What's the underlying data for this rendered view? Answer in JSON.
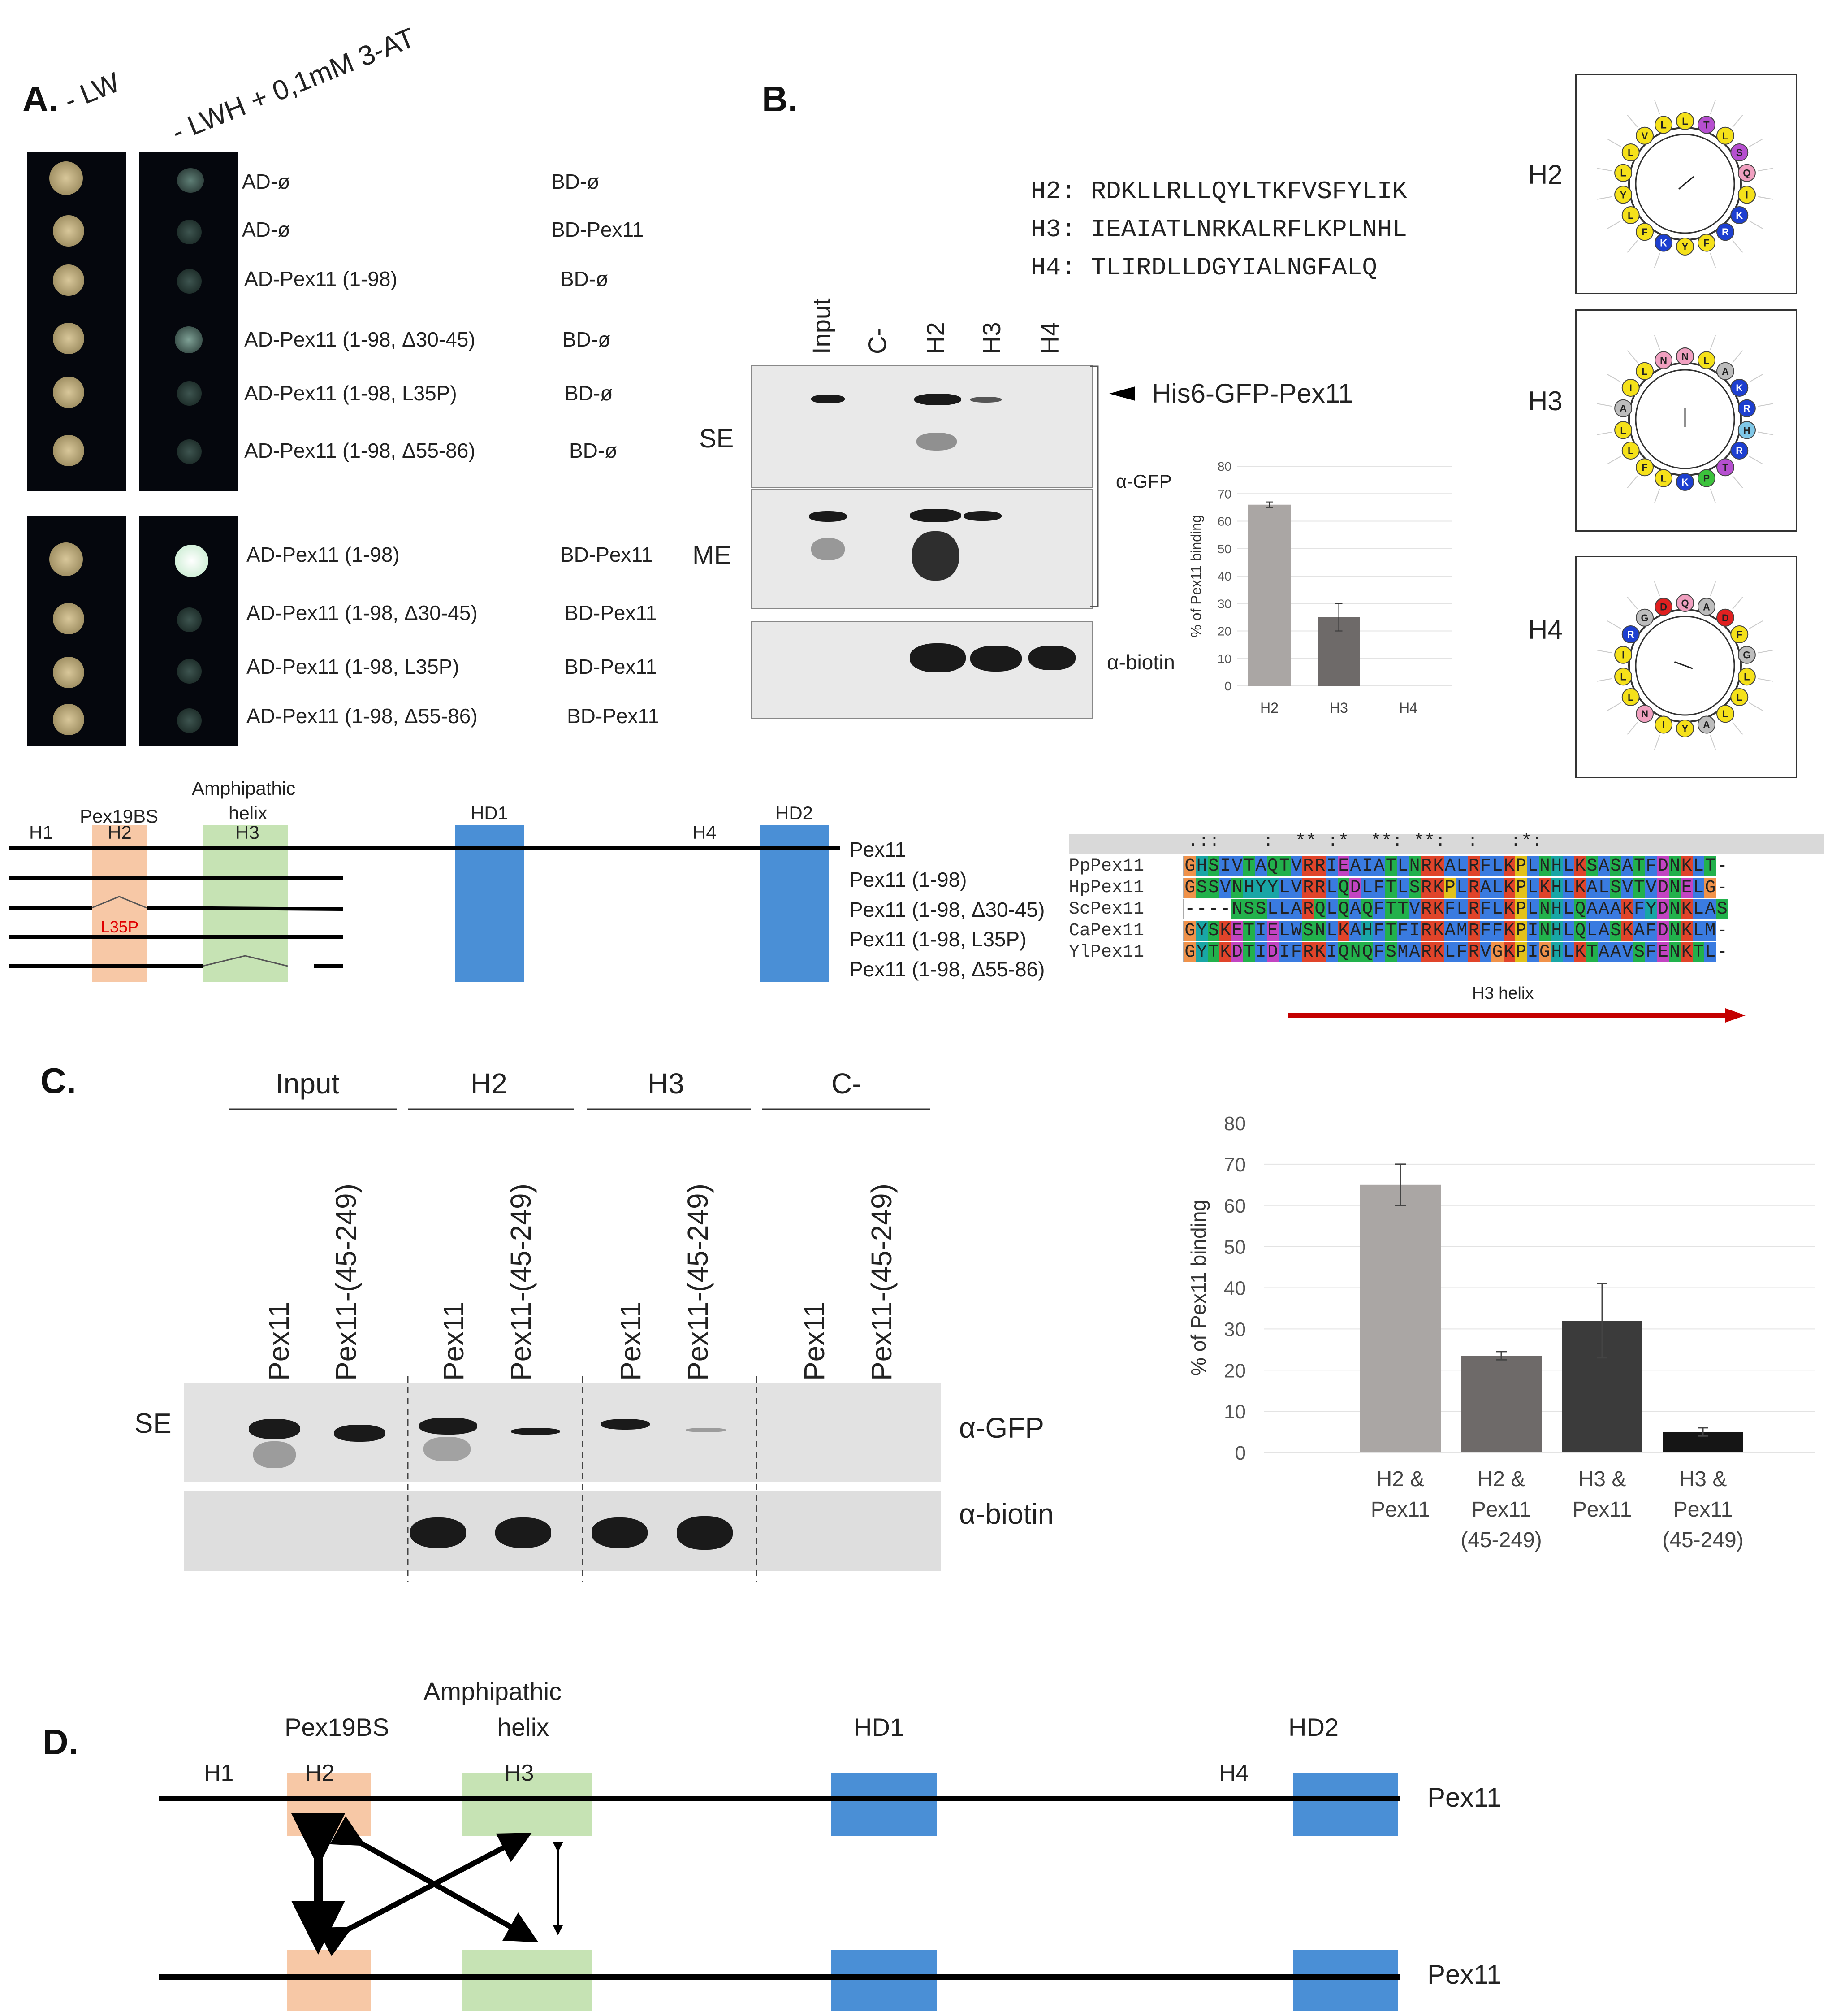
{
  "panels": {
    "a": "A.",
    "b": "B.",
    "c": "C.",
    "d": "D."
  },
  "panelA": {
    "col_headers": [
      "- LW",
      "- LWH + 0,1mM 3-AT"
    ],
    "rows_top": [
      {
        "ad": "AD-ø",
        "bd": "BD-ø"
      },
      {
        "ad": "AD-ø",
        "bd": "BD-Pex11"
      },
      {
        "ad": "AD-Pex11 (1-98)",
        "bd": "BD-ø"
      },
      {
        "ad": "AD-Pex11 (1-98, Δ30-45)",
        "bd": "BD-ø"
      },
      {
        "ad": "AD-Pex11 (1-98, L35P)",
        "bd": "BD-ø"
      },
      {
        "ad": "AD-Pex11 (1-98, Δ55-86)",
        "bd": "BD-ø"
      }
    ],
    "rows_bottom": [
      {
        "ad": "AD-Pex11 (1-98)",
        "bd": "BD-Pex11"
      },
      {
        "ad": "AD-Pex11 (1-98, Δ30-45)",
        "bd": "BD-Pex11"
      },
      {
        "ad": "AD-Pex11 (1-98, L35P)",
        "bd": "BD-Pex11"
      },
      {
        "ad": "AD-Pex11 (1-98, Δ55-86)",
        "bd": "BD-Pex11"
      }
    ]
  },
  "schematicA": {
    "h1": "H1",
    "h2": "H2",
    "h3": "H3",
    "h4": "H4",
    "pex19bs": "Pex19BS",
    "amph1": "Amphipathic",
    "amph2": "helix",
    "hd1": "HD1",
    "hd2": "HD2",
    "l35p": "L35P",
    "constructs": [
      "Pex11",
      "Pex11 (1-98)",
      "Pex11 (1-98, Δ30-45)",
      "Pex11 (1-98, L35P)",
      "Pex11 (1-98, Δ55-86)"
    ]
  },
  "panelB": {
    "sequences": [
      "H2: RDKLLRLLQYLTKFVSFYLIK",
      "H3: IEAIATLNRKALRFLKPLNHL",
      "H4: TLIRDLLDGYIALNGFALQ"
    ],
    "lanes": [
      "Input",
      "C-",
      "H2",
      "H3",
      "H4"
    ],
    "exposures": [
      "SE",
      "ME"
    ],
    "arrow_label": "His6-GFP-Pex11",
    "agfp": "α-GFP",
    "abiotin": "α-biotin",
    "helix_labels": [
      "H2",
      "H3",
      "H4"
    ]
  },
  "chartB": {
    "type": "bar",
    "ylabel": "% of Pex11 binding",
    "ylim": [
      0,
      80
    ],
    "yticks": [
      "0",
      "10",
      "20",
      "30",
      "40",
      "50",
      "60",
      "70",
      "80"
    ],
    "categories": [
      "H2",
      "H3",
      "H4"
    ],
    "values": [
      66,
      25,
      0
    ]
  },
  "alignment": {
    "conservation": ".::    :  ** :*  **: **:  :   :*:",
    "names": [
      "PpPex11",
      "HpPex11",
      "ScPex11",
      "CaPex11",
      "YlPex11"
    ],
    "seqs": [
      "GHSIVTAQTVRRIEAIATLNRKALRFLKPLNHLKSASATFDNKLT-",
      "GSSVNHYYLVRRLQDLFTLSRKPLRALKPLKHLKALSVTVDNELG-",
      "----NSSLLARQLQAQFTTVRKFLRFLKPLNHLQAAAKFYDNKLAS",
      "GYSKETIELWSNLKAHFTFIRKAMRFFKPINHLQLASKAFDNKLM-",
      "GYTKDTIDIFRKIQNQFSMARKLFRVGKPIGHLKTAAVSFENKTL-"
    ],
    "h3_label": "H3 helix"
  },
  "panelC": {
    "groups": [
      "Input",
      "H2",
      "H3",
      "C-"
    ],
    "lanes": [
      "Pex11",
      "Pex11-(45-249)",
      "Pex11",
      "Pex11-(45-249)",
      "Pex11",
      "Pex11-(45-249)",
      "Pex11",
      "Pex11-(45-249)"
    ],
    "exposure": "SE",
    "agfp": "α-GFP",
    "abiotin": "α-biotin"
  },
  "chart_data": [
    {
      "type": "bar",
      "ylabel": "% of Pex11 binding",
      "ylim": [
        0,
        80
      ],
      "yticks": [
        "0",
        "10",
        "20",
        "30",
        "40",
        "50",
        "60",
        "70",
        "80"
      ],
      "categories": [
        "H2",
        "H3",
        "H4"
      ],
      "values": [
        66,
        25,
        0
      ],
      "error": [
        1,
        5,
        0
      ]
    },
    {
      "type": "bar",
      "ylabel": "% of Pex11 binding",
      "ylim": [
        0,
        80
      ],
      "yticks": [
        "0",
        "10",
        "20",
        "30",
        "40",
        "50",
        "60",
        "70",
        "80"
      ],
      "categories": [
        [
          "H2 &",
          "Pex11"
        ],
        [
          "H2 &",
          "Pex11",
          "(45-249)"
        ],
        [
          "H3 &",
          "Pex11"
        ],
        [
          "H3 &",
          "Pex11",
          "(45-249)"
        ]
      ],
      "values": [
        65,
        23.5,
        32,
        5
      ],
      "error": [
        5,
        1,
        9,
        1
      ],
      "colors": [
        "#aaa6a4",
        "#6e6a69",
        "#3b3b3b",
        "#151515"
      ]
    }
  ],
  "panelD": {
    "h1": "H1",
    "h2": "H2",
    "h3": "H3",
    "h4": "H4",
    "pex19bs": "Pex19BS",
    "amph1": "Amphipathic",
    "amph2": "helix",
    "hd1": "HD1",
    "hd2": "HD2",
    "pex11_top": "Pex11",
    "pex11_bottom": "Pex11"
  },
  "colors": {
    "h2_box": "#f7c8a6",
    "h3_box": "#c6e3b4",
    "hd_box": "#4a8fd6",
    "arrow_red": "#c40000"
  }
}
